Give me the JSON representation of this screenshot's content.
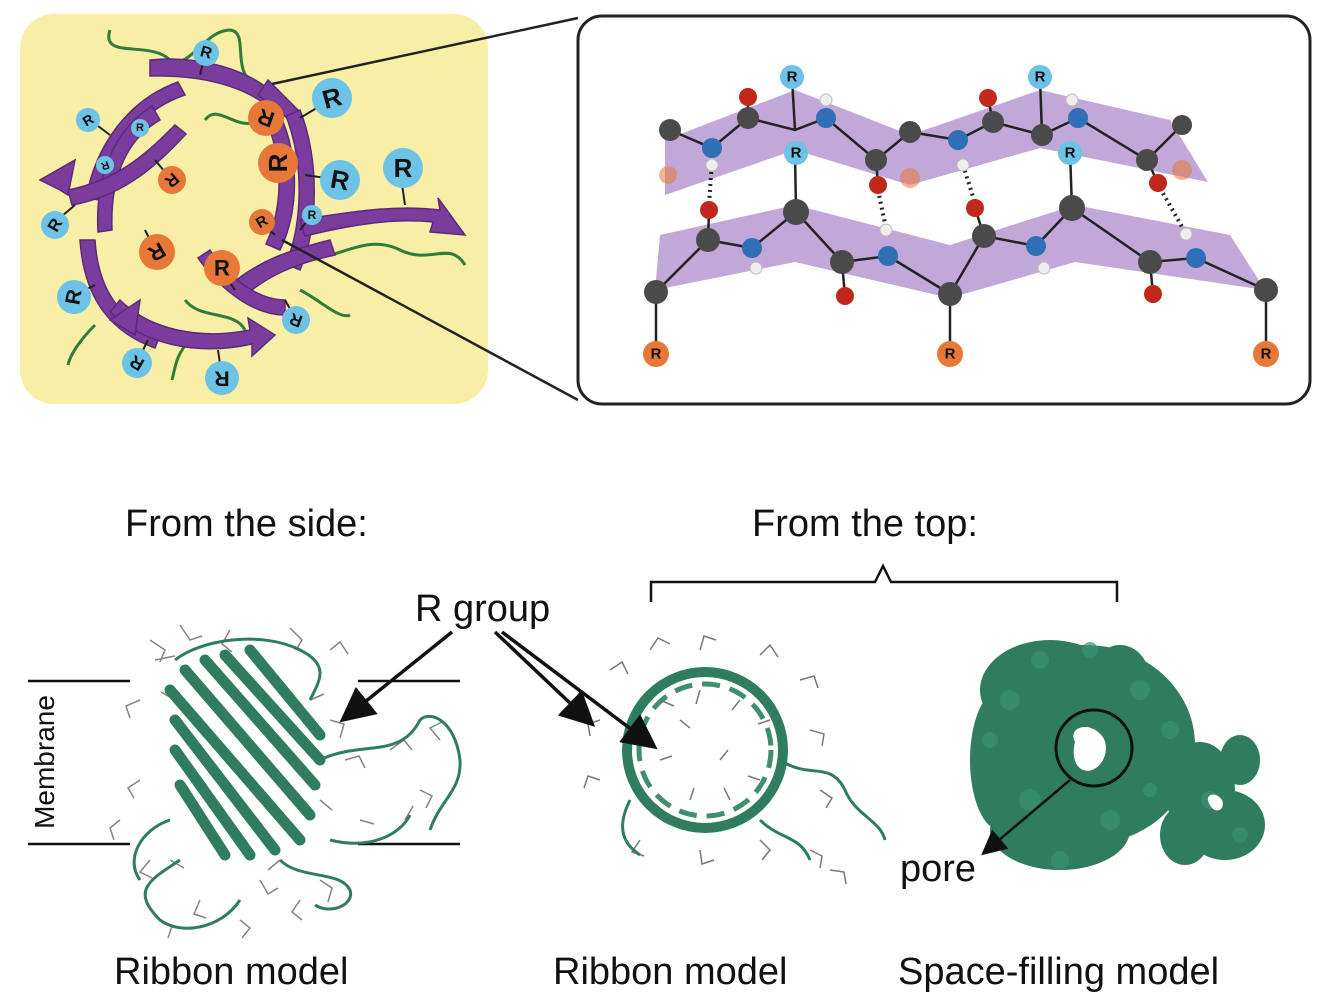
{
  "texts": {
    "from_side": "From the side:",
    "from_top": "From the top:",
    "r_group": "R group",
    "membrane": "Membrane",
    "pore": "pore",
    "ribbon_side": "Ribbon model",
    "ribbon_top": "Ribbon model",
    "space_filling": "Space-filling model",
    "r_letter": "R"
  },
  "colors": {
    "panel_bg": "#f8eea6",
    "strand": "#7a3d9e",
    "sheet": "#b79ad2",
    "r_blue": "#6cc3e6",
    "r_orange": "#e87838",
    "carbon": "#4a4a4a",
    "nitrogen": "#2f6fb5",
    "oxygen": "#c0281c",
    "protein_green": "#2f7d5e"
  }
}
